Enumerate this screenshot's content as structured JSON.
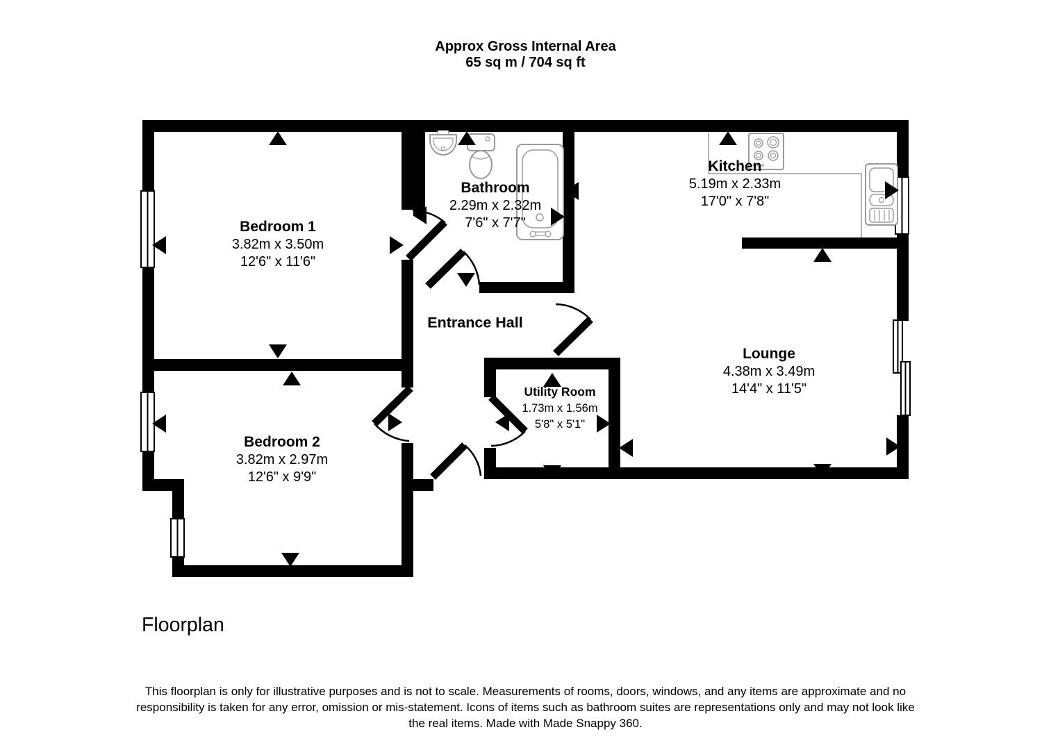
{
  "header": {
    "line1": "Approx Gross Internal Area",
    "line2": "65 sq m / 704 sq ft"
  },
  "rooms": {
    "bedroom1": {
      "name": "Bedroom 1",
      "metric": "3.82m x 3.50m",
      "imperial": "12'6\" x 11'6\""
    },
    "bedroom2": {
      "name": "Bedroom 2",
      "metric": "3.82m x 2.97m",
      "imperial": "12'6\" x 9'9\""
    },
    "bathroom": {
      "name": "Bathroom",
      "metric": "2.29m x 2.32m",
      "imperial": "7'6\" x 7'7\""
    },
    "kitchen": {
      "name": "Kitchen",
      "metric": "5.19m x 2.33m",
      "imperial": "17'0\" x 7'8\""
    },
    "lounge": {
      "name": "Lounge",
      "metric": "4.38m x 3.49m",
      "imperial": "14'4\" x 11'5\""
    },
    "utility": {
      "name": "Utility Room",
      "metric": "1.73m x 1.56m",
      "imperial": "5'8\" x 5'1\""
    },
    "hall": {
      "name": "Entrance Hall"
    }
  },
  "footer": {
    "label": "Floorplan",
    "disclaimer": "This floorplan is only for illustrative purposes and is not to scale. Measurements of rooms, doors, windows, and any items are approximate and no responsibility is taken for any error, omission or mis-statement. Icons of items such as bathroom suites are representations only and may not look like the real items. Made with Made Snappy 360."
  },
  "colors": {
    "wall": "#000000",
    "fixture": "#9a9a9a",
    "background": "#ffffff"
  }
}
